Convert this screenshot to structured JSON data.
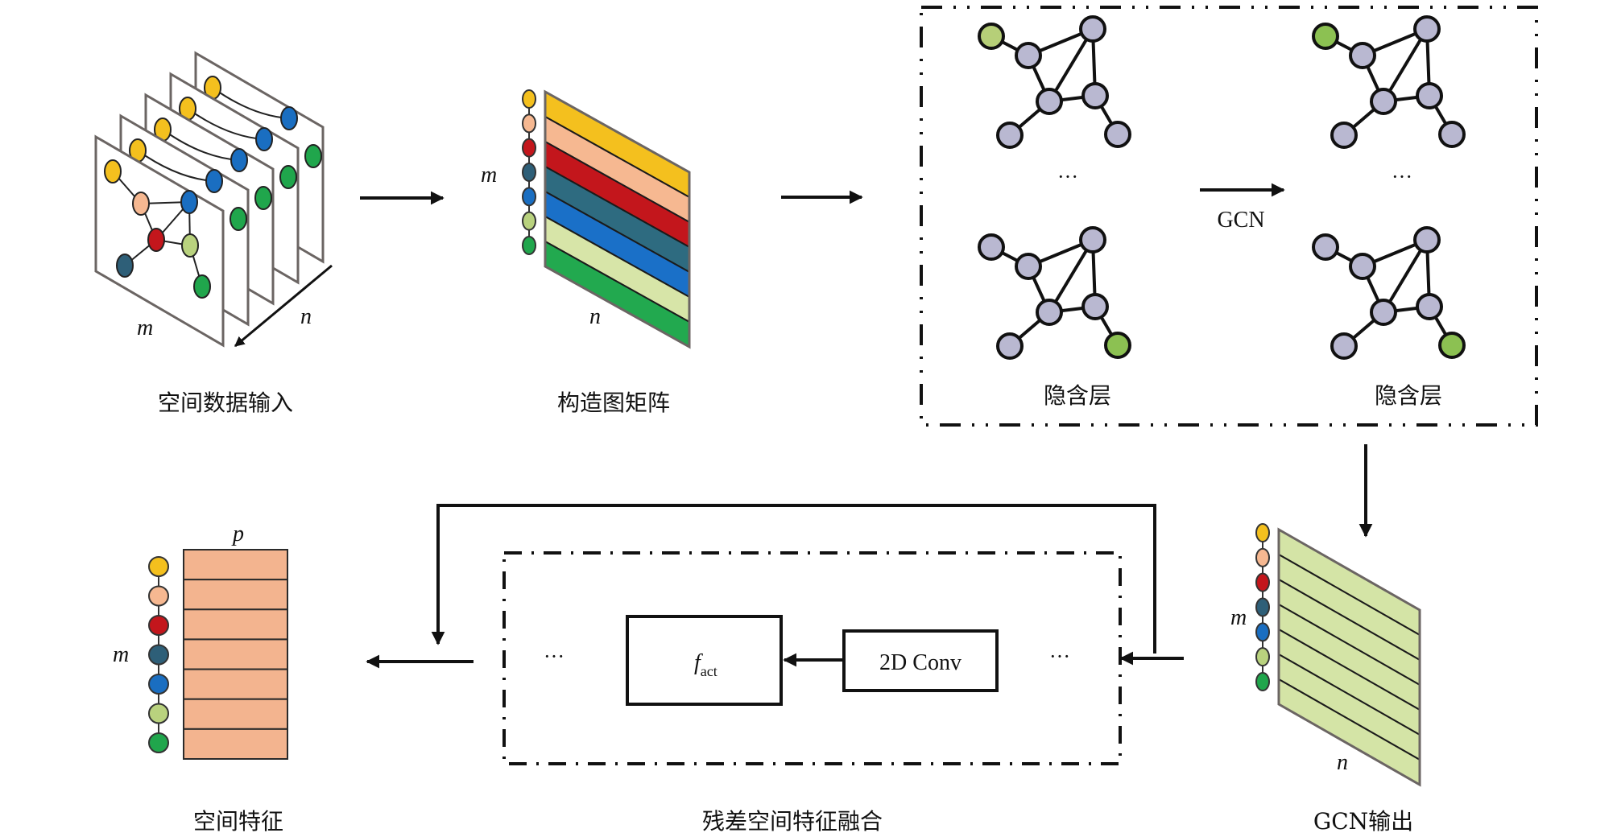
{
  "figure": {
    "stages": {
      "input": {
        "label": "空间数据输入",
        "dim_m": "m",
        "dim_n": "n",
        "layers": 5
      },
      "graph_matrix": {
        "label": "构造图矩阵",
        "dim_m": "m",
        "dim_n": "n"
      },
      "hidden": {
        "left_label": "隐含层",
        "right_label": "隐含层",
        "op_label": "GCN",
        "ellipsis": "···"
      },
      "gcn_output": {
        "label": "GCN输出",
        "dim_m": "m",
        "dim_n": "n"
      },
      "residual": {
        "label": "残差空间特征融合",
        "conv_label": "2D Conv",
        "act_label": "f",
        "act_sub": "act",
        "ellipsis": "···"
      },
      "spatial_features": {
        "label": "空间特征",
        "dim_m": "m",
        "dim_p": "p"
      }
    },
    "node_colors": [
      "#f4c01e",
      "#f6b891",
      "#c3161c",
      "#2e5f78",
      "#1a6ec1",
      "#b9d27e",
      "#20a64c"
    ],
    "matrix_band_colors": [
      "#f4c01e",
      "#f6b891",
      "#c3161c",
      "#2e6b80",
      "#1a70c8",
      "#d7e5a8",
      "#22a94f"
    ],
    "gcn_output_fill": "#d4e4a6",
    "spatial_feature_fill": "#f3b48f",
    "graph_node_fill": "#b9b8d1",
    "graph_highlight_fill": "#8cc152",
    "graph_highlight_fill_light": "#b6cf78"
  }
}
